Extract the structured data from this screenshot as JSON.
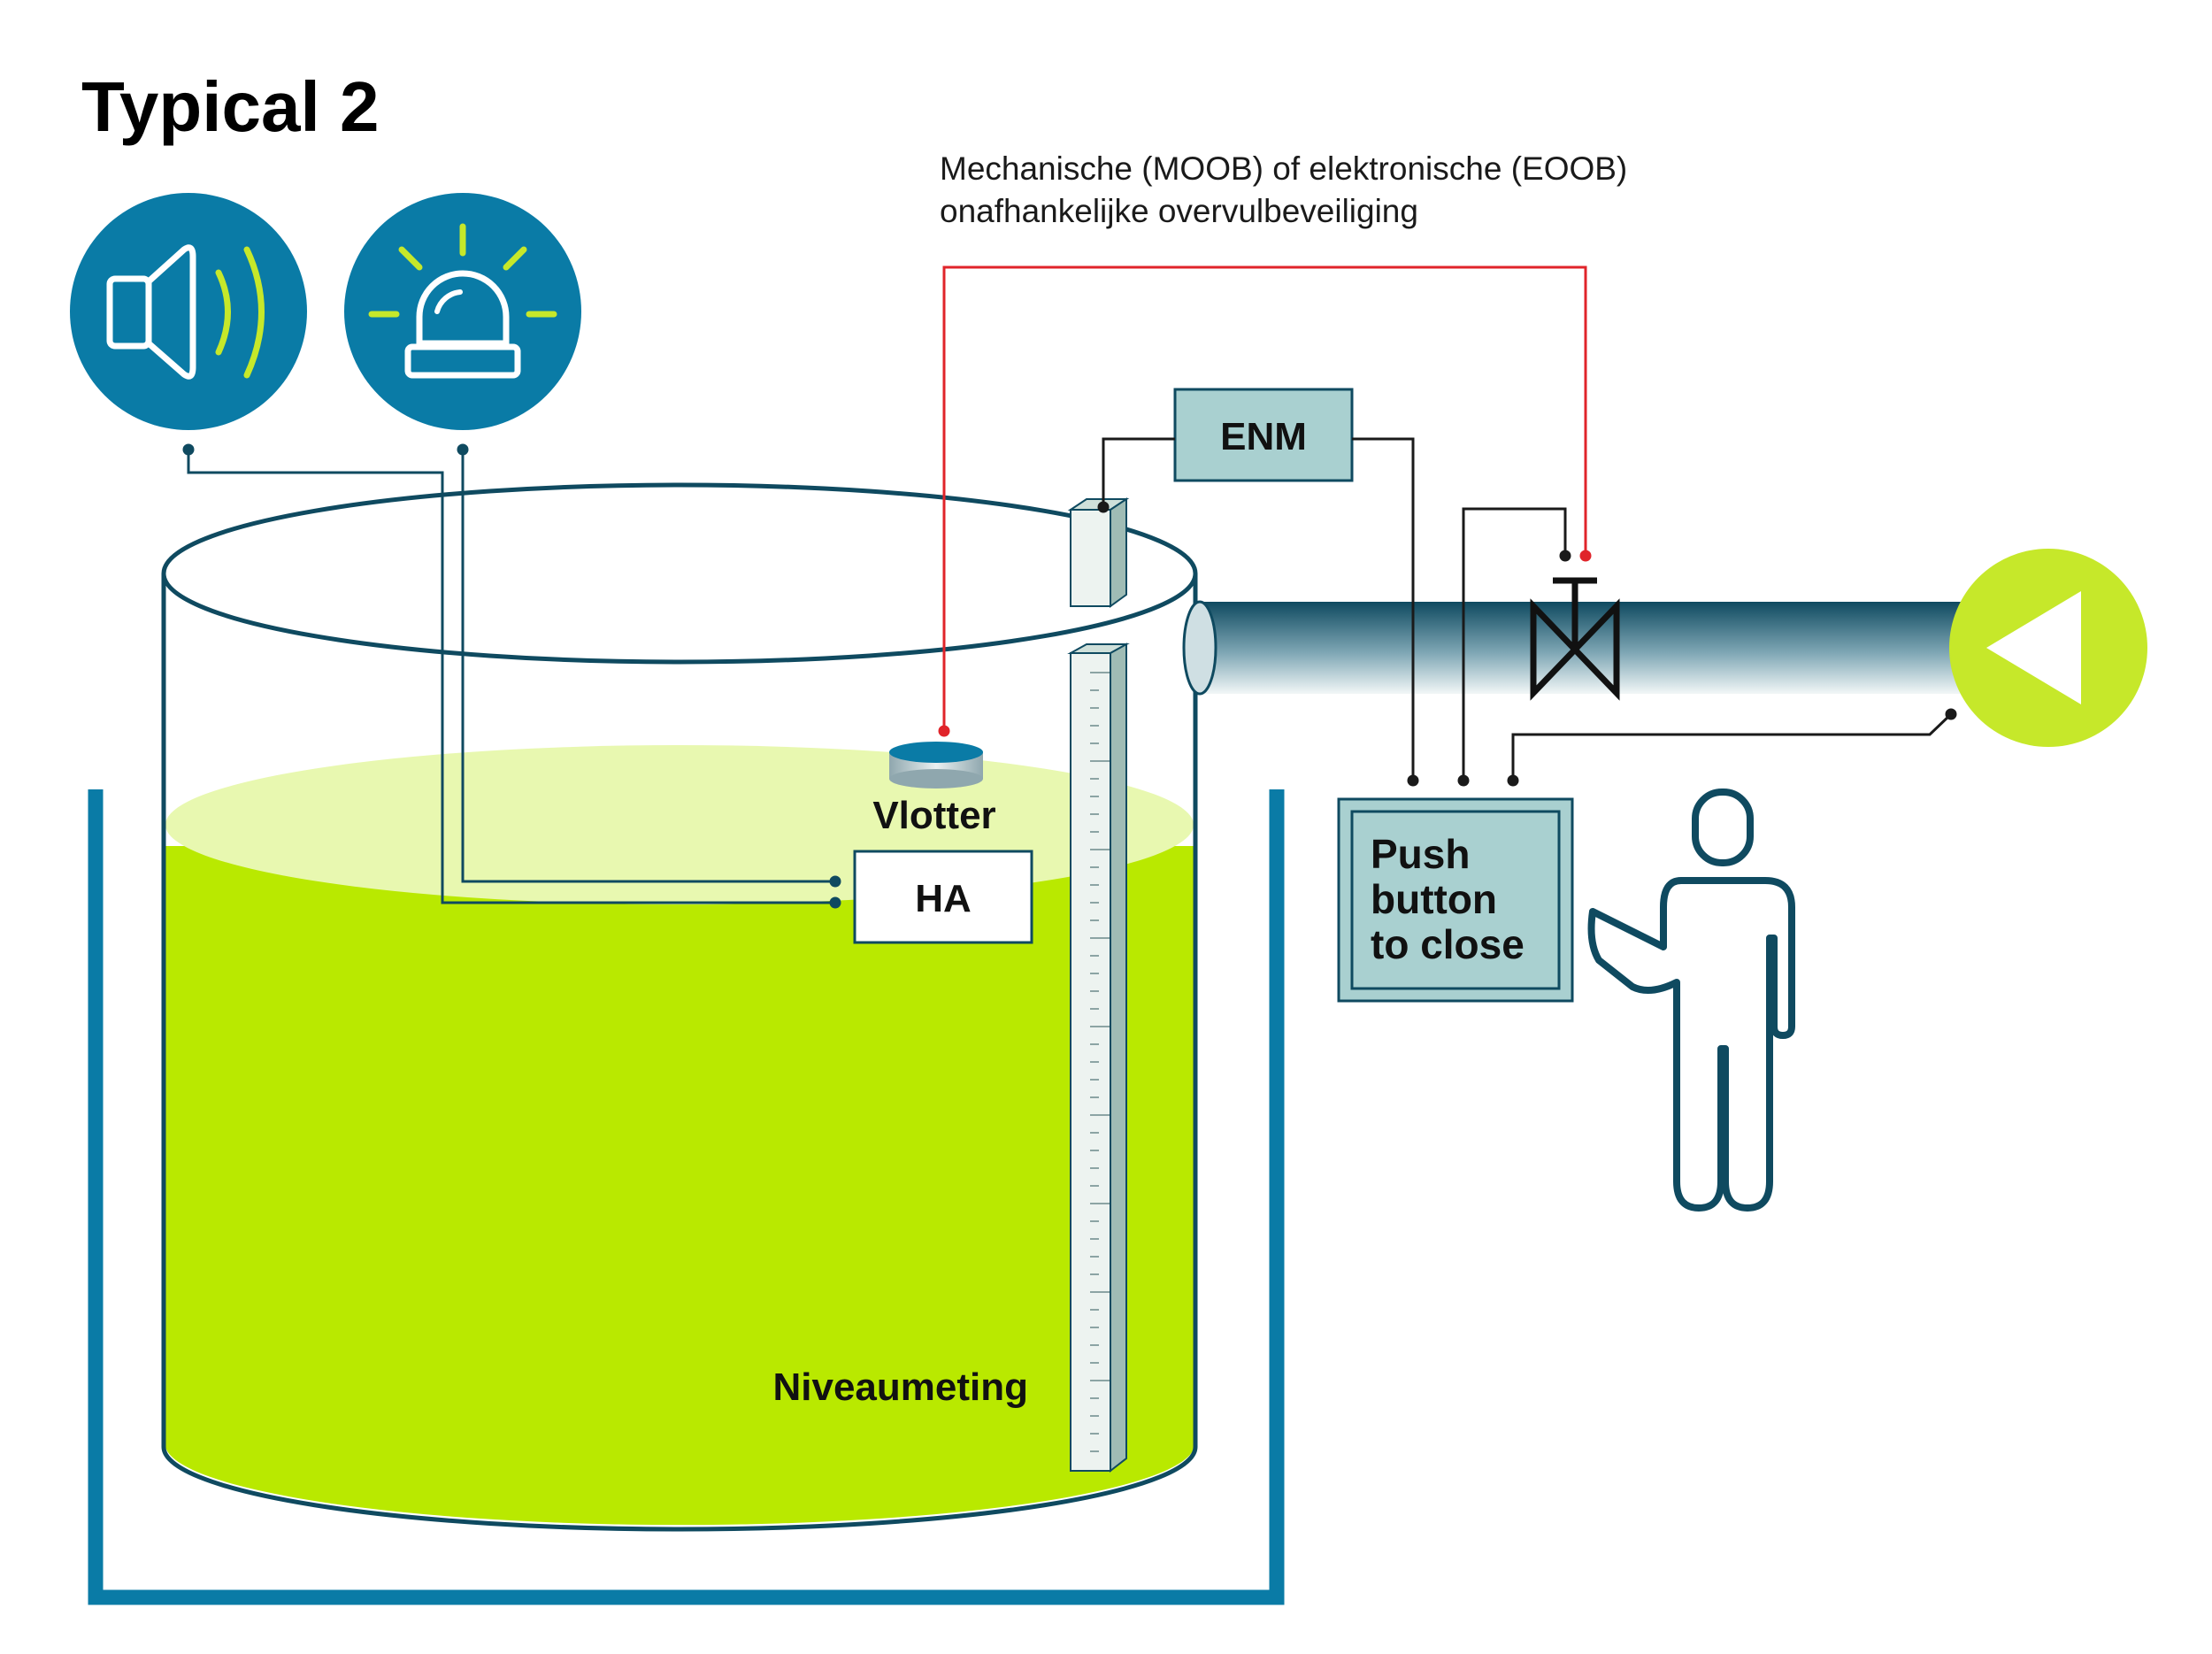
{
  "title": "Typical 2",
  "note": {
    "line1": "Mechanische (MOOB) of elektronische (EOOB)",
    "line2": "onafhankelijke overvulbeveiliging"
  },
  "labels": {
    "enm": "ENM",
    "vlotter": "Vlotter",
    "ha": "HA",
    "niveaumeting": "Niveaumeting",
    "push_button": [
      "Push",
      "button",
      "to close"
    ]
  },
  "icons": [
    "speaker-icon",
    "beacon-icon",
    "pump-arrow-icon",
    "valve-icon",
    "person-icon"
  ],
  "colors": {
    "dark_teal": "#0f4a60",
    "blue": "#0a7ba6",
    "liquid": "#b9e900",
    "liquid_surface": "#e8f8b0",
    "accent_green": "#c6e82a",
    "signal_red": "#e0242a",
    "box_fill": "#a9d0d0"
  }
}
